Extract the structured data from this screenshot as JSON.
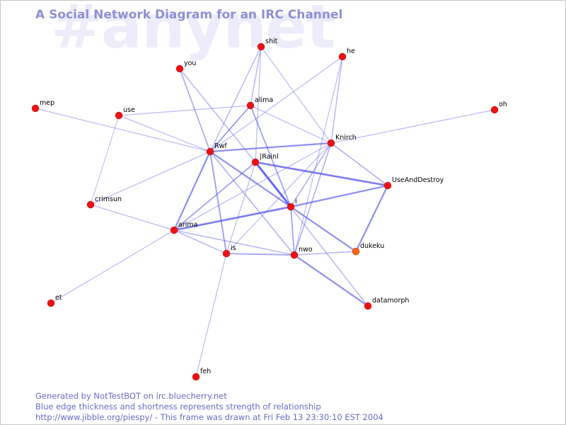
{
  "page": {
    "watermark": "#anynet",
    "title": "A Social Network Diagram for an IRC Channel",
    "footer_line1": "Generated by NotTestBOT on irc.bluecherry.net",
    "footer_line2": "Blue edge thickness and shortness represents strength of relationship",
    "footer_line3": "http://www.jibble.org/piespy/ - This frame was drawn at Fri Feb 13 23:30:10 EST 2004"
  },
  "colors": {
    "node": "#ee1111",
    "node_highlight": "#ff6611",
    "edge": "#5555ee",
    "title": "#8f8fd6",
    "footer": "#6a6ac8",
    "watermark": "#ececfa"
  },
  "nodes": [
    {
      "id": "shit",
      "label": "shit"
    },
    {
      "id": "he",
      "label": "he"
    },
    {
      "id": "you",
      "label": "you"
    },
    {
      "id": "alima",
      "label": "alima"
    },
    {
      "id": "mep",
      "label": "mep"
    },
    {
      "id": "use",
      "label": "use"
    },
    {
      "id": "oh",
      "label": "oh"
    },
    {
      "id": "Knirch",
      "label": "Knirch"
    },
    {
      "id": "Rwf",
      "label": "Rwf"
    },
    {
      "id": "Rainl",
      "label": "|Rainl"
    },
    {
      "id": "UseAndDestroy",
      "label": "UseAndDestroy"
    },
    {
      "id": "crimsun",
      "label": "crimsun"
    },
    {
      "id": "i",
      "label": "i"
    },
    {
      "id": "arima",
      "label": "arima"
    },
    {
      "id": "is",
      "label": "is"
    },
    {
      "id": "nwo",
      "label": "nwo"
    },
    {
      "id": "dukeku",
      "label": "dukeku",
      "highlight": true
    },
    {
      "id": "datamorph",
      "label": "datamorph"
    },
    {
      "id": "et",
      "label": "et"
    },
    {
      "id": "feh",
      "label": "feh"
    }
  ],
  "edges": [
    {
      "from": "Rainl",
      "to": "i",
      "weight": 3
    },
    {
      "from": "Rainl",
      "to": "UseAndDestroy",
      "weight": 2.5
    },
    {
      "from": "i",
      "to": "arima",
      "weight": 2.5
    },
    {
      "from": "i",
      "to": "UseAndDestroy",
      "weight": 2
    },
    {
      "from": "i",
      "to": "dukeku",
      "weight": 2
    },
    {
      "from": "Rwf",
      "to": "i",
      "weight": 2
    },
    {
      "from": "Rwf",
      "to": "Knirch",
      "weight": 2
    },
    {
      "from": "Rwf",
      "to": "arima",
      "weight": 2
    },
    {
      "from": "Rwf",
      "to": "is",
      "weight": 1.6
    },
    {
      "from": "Rwf",
      "to": "you",
      "weight": 1.3
    },
    {
      "from": "Rwf",
      "to": "alima",
      "weight": 1
    },
    {
      "from": "Rwf",
      "to": "shit",
      "weight": 1
    },
    {
      "from": "Rwf",
      "to": "use",
      "weight": 0.8
    },
    {
      "from": "Rwf",
      "to": "mep",
      "weight": 0.8
    },
    {
      "from": "Rwf",
      "to": "nwo",
      "weight": 1.2
    },
    {
      "from": "Rwf",
      "to": "crimsun",
      "weight": 0.8
    },
    {
      "from": "UseAndDestroy",
      "to": "dukeku",
      "weight": 2
    },
    {
      "from": "UseAndDestroy",
      "to": "Knirch",
      "weight": 1.2
    },
    {
      "from": "arima",
      "to": "Rainl",
      "weight": 1.5
    },
    {
      "from": "arima",
      "to": "is",
      "weight": 1
    },
    {
      "from": "arima",
      "to": "nwo",
      "weight": 1
    },
    {
      "from": "arima",
      "to": "et",
      "weight": 0.8
    },
    {
      "from": "arima",
      "to": "crimsun",
      "weight": 0.8
    },
    {
      "from": "arima",
      "to": "Knirch",
      "weight": 0.8
    },
    {
      "from": "is",
      "to": "nwo",
      "weight": 1.5
    },
    {
      "from": "is",
      "to": "feh",
      "weight": 0.8
    },
    {
      "from": "is",
      "to": "Knirch",
      "weight": 0.8
    },
    {
      "from": "nwo",
      "to": "i",
      "weight": 1.5
    },
    {
      "from": "nwo",
      "to": "datamorph",
      "weight": 2
    },
    {
      "from": "nwo",
      "to": "Knirch",
      "weight": 1.2
    },
    {
      "from": "nwo",
      "to": "dukeku",
      "weight": 1
    },
    {
      "from": "alima",
      "to": "i",
      "weight": 1.5
    },
    {
      "from": "alima",
      "to": "shit",
      "weight": 1
    },
    {
      "from": "alima",
      "to": "use",
      "weight": 0.8
    },
    {
      "from": "alima",
      "to": "Knirch",
      "weight": 0.8
    },
    {
      "from": "alima",
      "to": "Rwf",
      "weight": 1
    },
    {
      "from": "you",
      "to": "Rainl",
      "weight": 1
    },
    {
      "from": "shit",
      "to": "Knirch",
      "weight": 0.8
    },
    {
      "from": "shit",
      "to": "Rainl",
      "weight": 0.8
    },
    {
      "from": "he",
      "to": "Rwf",
      "weight": 0.8
    },
    {
      "from": "he",
      "to": "Knirch",
      "weight": 1
    },
    {
      "from": "he",
      "to": "nwo",
      "weight": 0.8
    },
    {
      "from": "oh",
      "to": "Knirch",
      "weight": 0.8
    },
    {
      "from": "Knirch",
      "to": "i",
      "weight": 1.2
    },
    {
      "from": "Rainl",
      "to": "datamorph",
      "weight": 1
    },
    {
      "from": "use",
      "to": "crimsun",
      "weight": 0.7
    },
    {
      "from": "Rainl",
      "to": "is",
      "weight": 0.8
    }
  ]
}
